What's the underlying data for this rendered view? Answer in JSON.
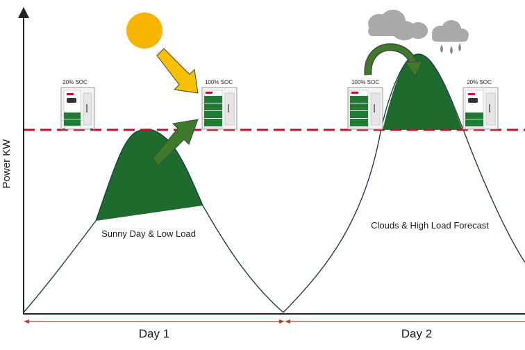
{
  "axis": {
    "y_label": "Power KW"
  },
  "days": [
    {
      "label": "Day 1",
      "caption": "Sunny Day & Low Load",
      "battery_before": "20% SOC",
      "battery_after": "100% SOC"
    },
    {
      "label": "Day 2",
      "caption": "Clouds & High Load Forecast",
      "battery_before": "100% SOC",
      "battery_after": "20% SOC"
    }
  ],
  "colors": {
    "peak_fill": "#1e6b2e",
    "threshold_line": "#c8102e",
    "curve": "#1f3a52",
    "span_arrow": "#c0392b",
    "sun": "#f7b500",
    "sun_arrow": "#f5c000",
    "charge_arrow": "#3d7a2a",
    "cloud": "#a9a9a9",
    "rain": "#8c8c8c"
  },
  "icons": [
    "sun-icon",
    "cloud-icon",
    "rain-icon",
    "battery-cabinet-icon"
  ]
}
